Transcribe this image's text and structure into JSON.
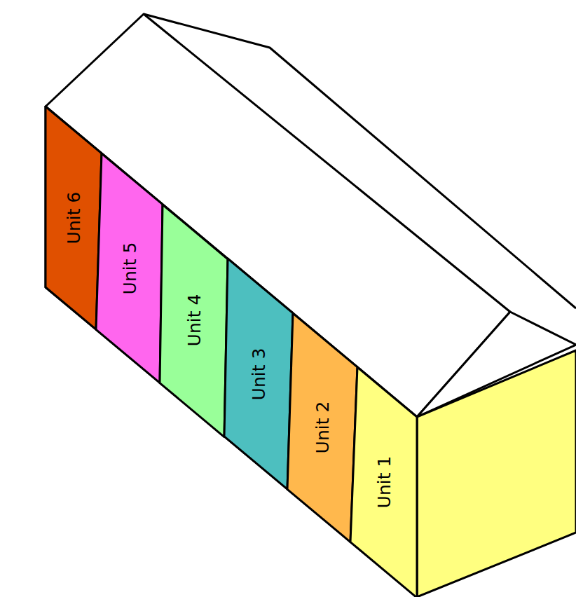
{
  "diagram": {
    "nodes": [
      {
        "text": [
          "Unit 6"
        ]
      },
      {
        "text": [
          "Unit 5"
        ]
      },
      {
        "text": [
          "Unit 4"
        ]
      },
      {
        "text": [
          "Unit 3"
        ]
      },
      {
        "text": [
          "Unit 2"
        ]
      },
      {
        "text": [
          "Unit 1"
        ]
      }
    ]
  }
}
